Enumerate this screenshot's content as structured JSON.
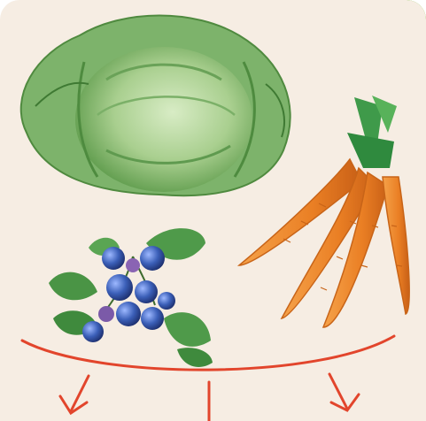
{
  "illustration": {
    "items": [
      {
        "name": "cabbage"
      },
      {
        "name": "carrots"
      },
      {
        "name": "blueberries"
      }
    ],
    "colors": {
      "background": "#f6ede3",
      "arrow": "#e2452c",
      "leaf_green": "#5fa24a",
      "carrot_orange": "#ee8a2e",
      "berry_blue": "#3b5fb8"
    }
  }
}
